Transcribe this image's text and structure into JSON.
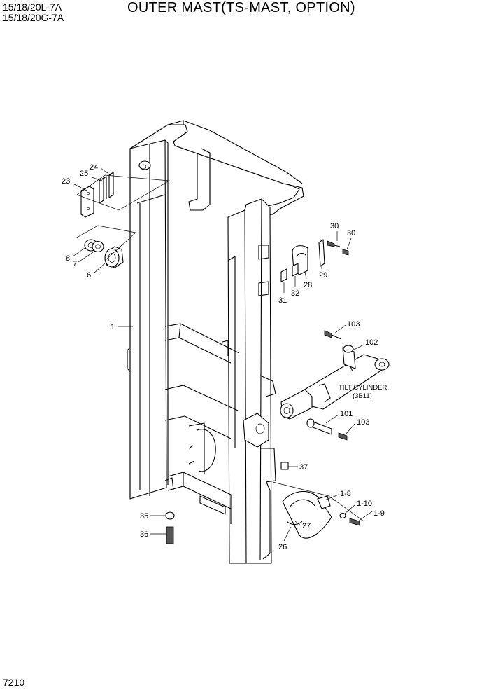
{
  "header": {
    "model_line_1": "15/18/20L-7A",
    "model_line_2": "15/18/20G-7A",
    "title": "OUTER MAST(TS-MAST, OPTION)"
  },
  "footer": {
    "page_number": "7210"
  },
  "callouts": {
    "c1": "1",
    "c23": "23",
    "c24": "24",
    "c25": "25",
    "c8": "8",
    "c7": "7",
    "c6": "6",
    "c30a": "30",
    "c30b": "30",
    "c28": "28",
    "c29": "29",
    "c31": "31",
    "c32": "32",
    "c103a": "103",
    "c102": "102",
    "c101": "101",
    "c103b": "103",
    "c37": "37",
    "c1_8": "1-8",
    "c1_10": "1-10",
    "c1_9": "1-9",
    "c35": "35",
    "c36": "36",
    "c26": "26",
    "c27": "27"
  },
  "tilt_cylinder": {
    "line1": "TILT CYLINDER",
    "line2": "(3B11)"
  }
}
